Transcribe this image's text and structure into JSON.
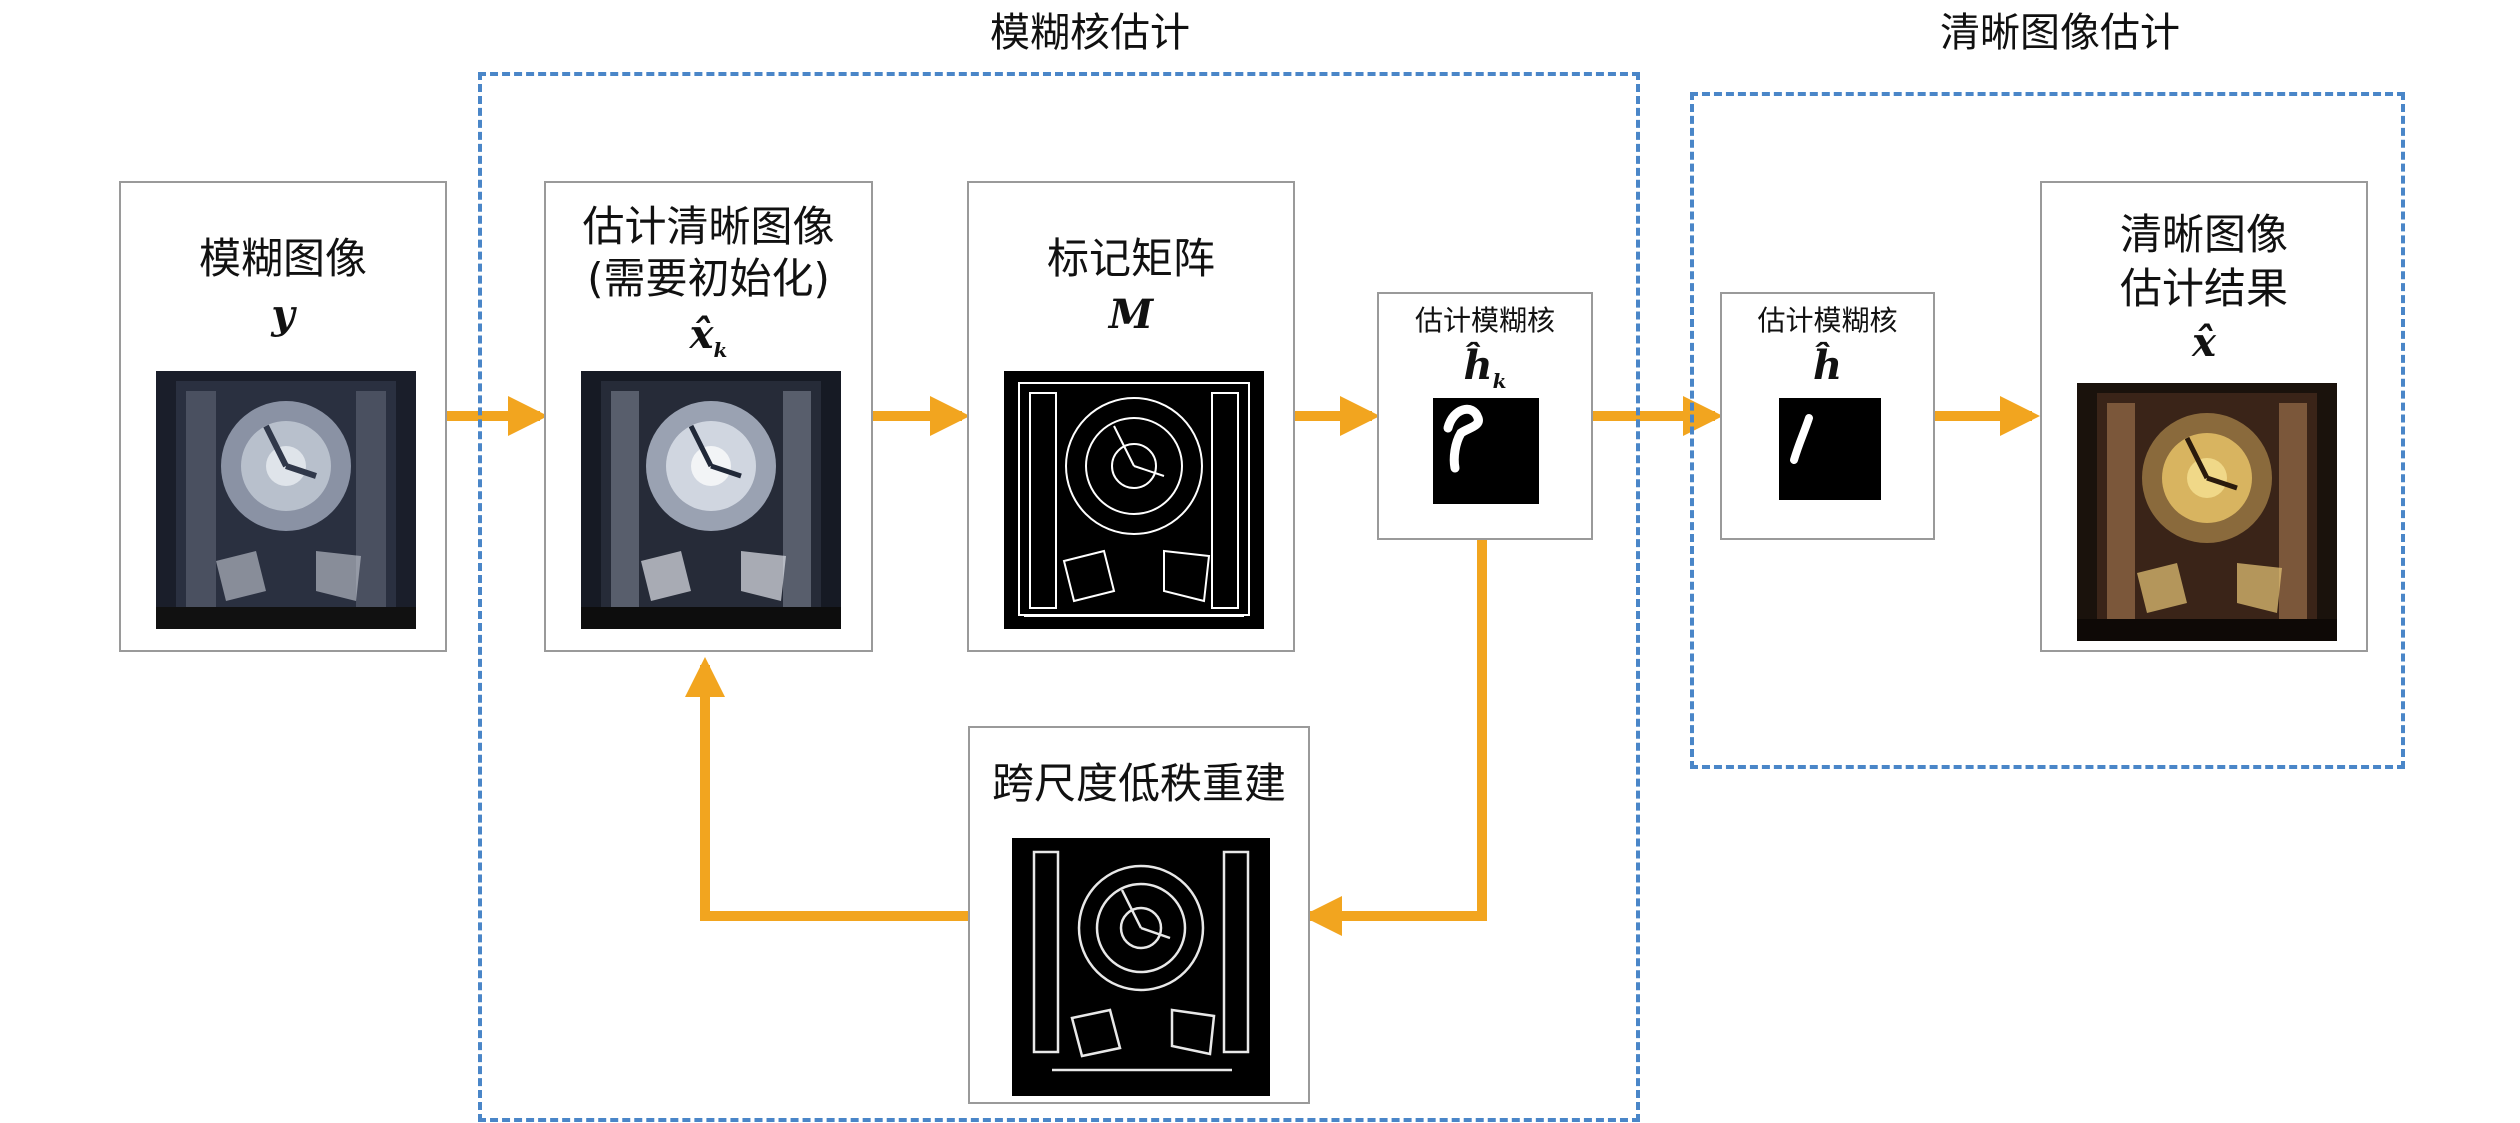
{
  "groups": {
    "blur_kernel": {
      "title": "模糊核估计"
    },
    "sharp_image": {
      "title": "清晰图像估计"
    }
  },
  "boxes": {
    "blurry": {
      "label": "模糊图像",
      "symbol": "y"
    },
    "estimate": {
      "label_line1": "估计清晰图像",
      "label_line2": "(需要初始化)",
      "symbol": "x̂",
      "subscript": "k"
    },
    "mask": {
      "label": "标记矩阵",
      "symbol": "M"
    },
    "kernel_k": {
      "label": "估计模糊核",
      "symbol": "ĥ",
      "subscript": "k"
    },
    "kernel": {
      "label": "估计模糊核",
      "symbol": "ĥ"
    },
    "result": {
      "label_line1": "清晰图像",
      "label_line2": "估计结果",
      "symbol": "x̂"
    },
    "lowrank": {
      "label": "跨尺度低秩重建"
    }
  },
  "colors": {
    "arrow": "#f2a51f",
    "dash": "#4a86c8",
    "border": "#9a9a9a"
  }
}
